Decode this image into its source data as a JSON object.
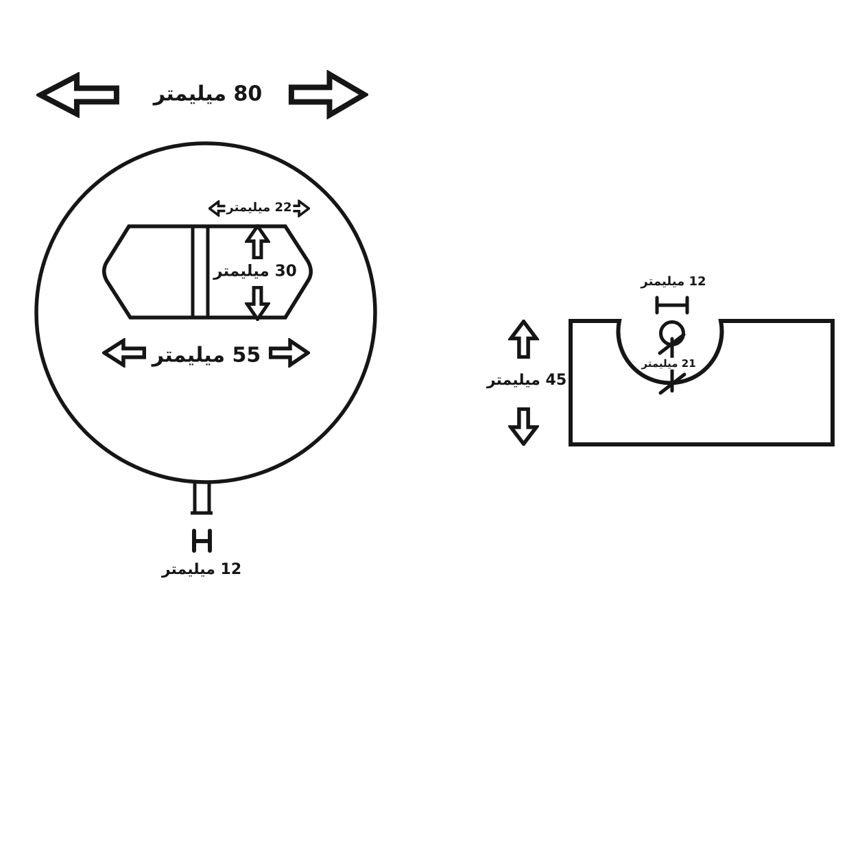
{
  "diagram": {
    "background_color": "#ffffff",
    "line_color": "#161616",
    "left_figure": {
      "labels": {
        "outer_width": "80 ميليمتر",
        "slot_right_width": "22 ميليمتر",
        "slot_height": "30 ميليمتر",
        "slot_width": "55 ميليمتر",
        "tab_width": "12 ميليمتر"
      }
    },
    "right_figure": {
      "labels": {
        "hole_width": "12 ميليمتر",
        "notch_depth": "21 ميليمتر",
        "block_height": "45 ميليمتر"
      }
    }
  }
}
